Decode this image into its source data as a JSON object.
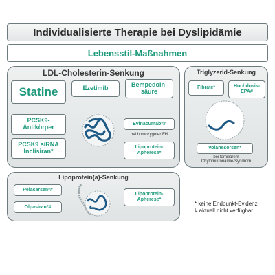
{
  "title": "Individualisierte Therapie bei Dyslipidämie",
  "lifestyle": "Lebensstil-Maßnahmen",
  "ldl": {
    "title": "LDL-Cholesterin-Senkung",
    "statine": "Statine",
    "ezetimib": "Ezetimib",
    "bempedoinsaeure": "Bempedoin-\nsäure",
    "pcsk9_ak": "PCSK9-\nAntikörper",
    "pcsk9_sirna": "PCSK9 siRNA\nInclisiran*",
    "evinacumab": "Evinacumab*#",
    "evinacumab_note": "bei homozygoter FH",
    "apherese": "Lipoprotein-\nApherese*"
  },
  "tg": {
    "title": "Triglyzerid-Senkung",
    "fibrate": "Fibrate*",
    "epa": "Hochdosis-\nEPA#",
    "volanesorsen": "Volanesorsen*",
    "note": "bei familiärem\nChylomikronämie-Syndrom"
  },
  "lpa": {
    "title": "Lipoprotein(a)-Senkung",
    "pelacarsen": "Pelacarsen*#",
    "olpasiran": "Olpasiran*#",
    "apherese": "Lipoprotein-\nApherese*"
  },
  "legend": {
    "line1": "* keine Endpunkt-Evidenz",
    "line2": "# aktuell nicht verfügbar"
  },
  "colors": {
    "accent_green": "#1f9a7c",
    "border_gray": "#6d7a7e",
    "particle_blue": "#1e5a85"
  }
}
